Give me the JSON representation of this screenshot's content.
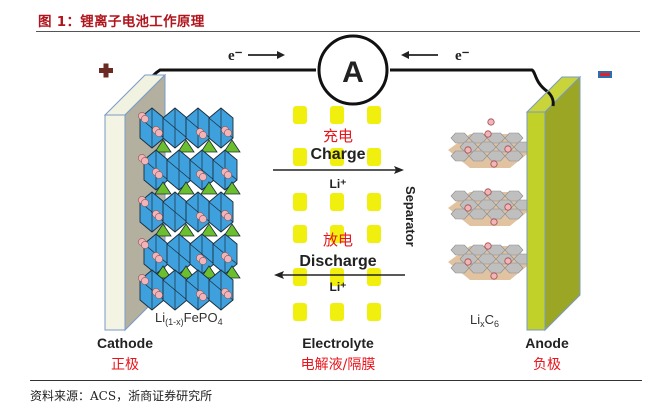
{
  "figure": {
    "title": "图 1：锂离子电池工作原理",
    "source": "资料来源：ACS，浙商证券研究所"
  },
  "circuit": {
    "ammeter_label": "A",
    "electron_left": "e⁻",
    "electron_right": "e⁻",
    "positive_sign": "+",
    "negative_sign": "−"
  },
  "cathode": {
    "label": "Cathode",
    "label_cn": "正极",
    "material_main": "Li",
    "material_sub": "(1-x)",
    "material_rest": "FePO",
    "material_sub2": "4"
  },
  "anode": {
    "label": "Anode",
    "label_cn": "负极",
    "material_main": "Li",
    "material_sub": "x",
    "material_rest": "C",
    "material_sub2": "6"
  },
  "electrolyte": {
    "label": "Electrolyte",
    "label_cn": "电解液/隔膜",
    "separator": "Separator",
    "charge_cn": "充电",
    "charge": "Charge",
    "discharge_cn": "放电",
    "discharge": "Discharge",
    "ion_charge": "Li⁺",
    "ion_discharge": "Li⁺"
  },
  "colors": {
    "title_red": "#b0141c",
    "cn_label_red": "#e8141c",
    "octahedron_blue": "#3ea0dc",
    "tetrahedron_green": "#6cbf2c",
    "anode_yellow_green": "#c6d12a",
    "electrolyte_yellow": "#f0ef0e",
    "lithium_pink": "#f2b4b8",
    "graphite_gray": "#bfbfbf"
  }
}
